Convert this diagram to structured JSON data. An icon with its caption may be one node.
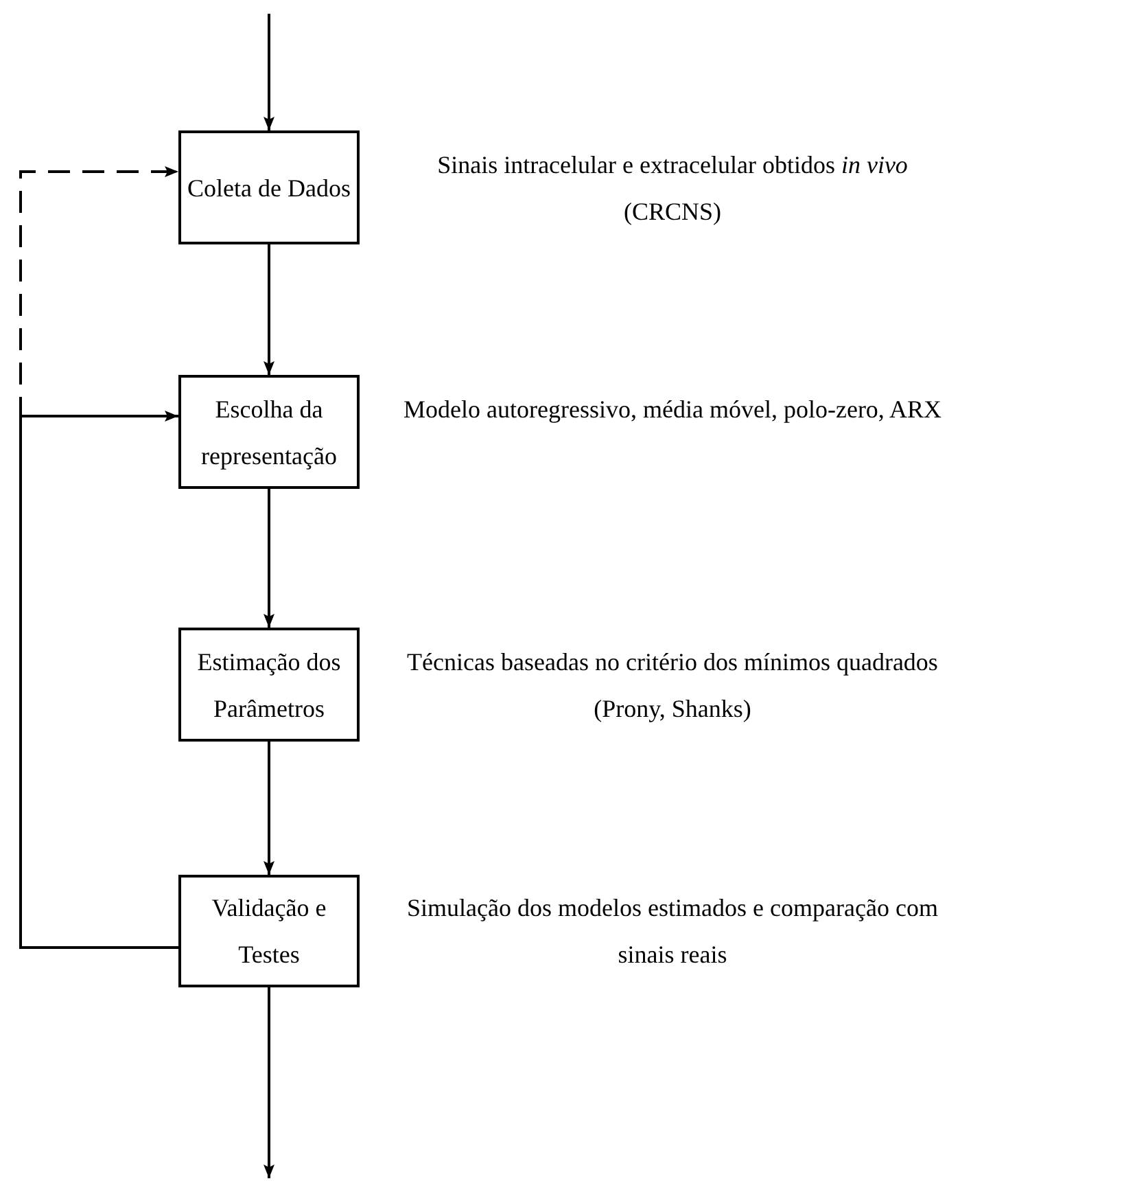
{
  "diagram": {
    "nodes": [
      {
        "text": [
          "Coleta de Dados"
        ],
        "beside": [
          "Sinais intracelular e extracelular obtidos *in vivo* (CRCNS)"
        ]
      },
      {
        "text": [
          "Escolha da representação"
        ],
        "beside": [
          "Modelo autoregressivo, média móvel, polo-zero, ARX"
        ]
      },
      {
        "text": [
          "Estimação dos Parâmetros"
        ],
        "beside": [
          "Técnicas baseadas no critério dos mínimos quadrados (Prony, Shanks)"
        ]
      },
      {
        "text": [
          "Validação e Testes"
        ],
        "beside": [
          "Simulação dos modelos estimados e comparação com sinais reais"
        ]
      }
    ],
    "edges": [
      {
        "from": null,
        "to": 0,
        "arrow": "to"
      },
      {
        "from": 0,
        "to": 1,
        "arrow": "to"
      },
      {
        "from": 1,
        "to": 2,
        "arrow": "to"
      },
      {
        "from": 2,
        "to": 3,
        "arrow": "to"
      },
      {
        "from": 3,
        "to": null,
        "arrow": "to"
      },
      {
        "from": 3,
        "to": 1,
        "arrow": "to"
      },
      {
        "from": 3,
        "to": 0,
        "arrow": "to",
        "style": "dashed"
      }
    ]
  }
}
